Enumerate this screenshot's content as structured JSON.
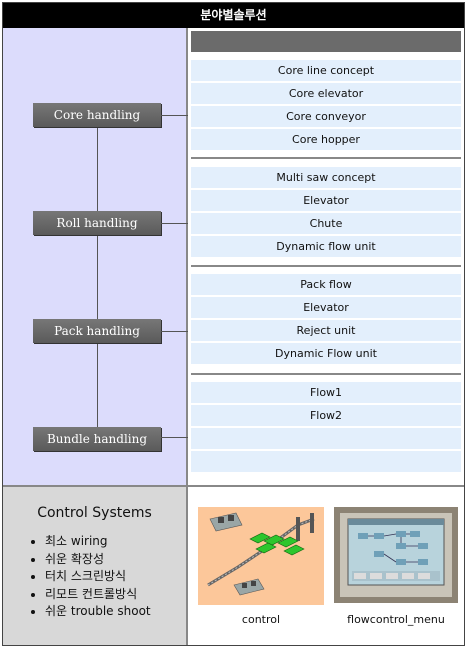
{
  "header": {
    "title": "분야별솔루션"
  },
  "categories": [
    {
      "label": "Core handling"
    },
    {
      "label": "Roll handling"
    },
    {
      "label": "Pack handling"
    },
    {
      "label": "Bundle handling"
    }
  ],
  "groups": [
    {
      "items": [
        "Core line concept",
        "Core elevator",
        "Core conveyor",
        "Core hopper"
      ]
    },
    {
      "items": [
        "Multi saw concept",
        "Elevator",
        "Chute",
        "Dynamic flow unit"
      ]
    },
    {
      "items": [
        "Pack flow",
        "Elevator",
        "Reject unit",
        "Dynamic Flow unit"
      ]
    },
    {
      "items": [
        "Flow1",
        "Flow2",
        "",
        "",
        ""
      ]
    }
  ],
  "control_systems": {
    "title": "Control Systems",
    "features": [
      "최소 wiring",
      "쉬운 확장성",
      "터치 스크린방식",
      "리모트 컨트롤방식",
      "쉬운 trouble shoot"
    ]
  },
  "thumbnails": [
    {
      "caption": "control",
      "icon": "plant-layout-image"
    },
    {
      "caption": "flowcontrol_menu",
      "icon": "touch-screen-image"
    }
  ],
  "colors": {
    "left_panel": "#dcdcfc",
    "row_bg": "#e3effc",
    "button_bg": "#666666",
    "title_bg": "#000000"
  }
}
